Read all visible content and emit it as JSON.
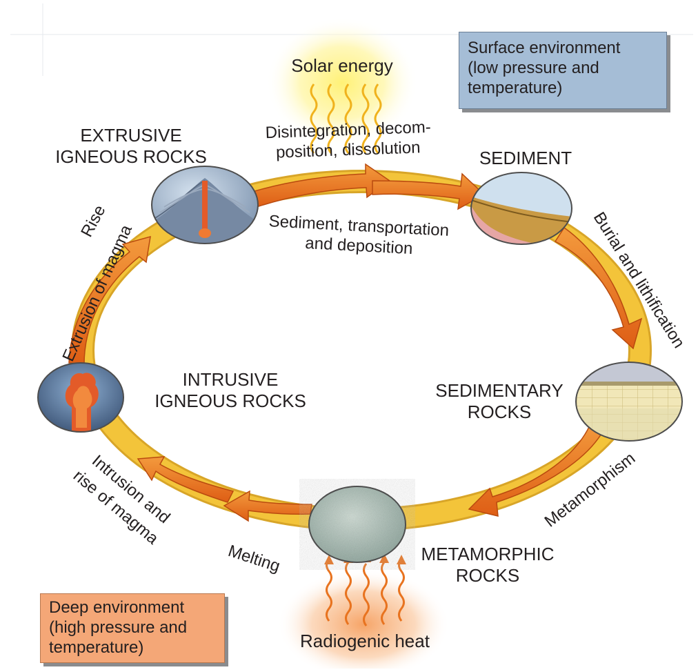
{
  "environments": {
    "surface": [
      "Surface environment",
      "(low pressure and",
      "temperature)"
    ],
    "deep": [
      "Deep environment",
      "(high pressure and",
      "temperature)"
    ]
  },
  "energy": {
    "solar": "Solar energy",
    "radiogenic": "Radiogenic heat"
  },
  "stages": {
    "extrusive": [
      "EXTRUSIVE",
      "IGNEOUS ROCKS"
    ],
    "sediment": [
      "SEDIMENT"
    ],
    "sedimentary": [
      "SEDIMENTARY",
      "ROCKS"
    ],
    "metamorphic": [
      "METAMORPHIC",
      "ROCKS"
    ],
    "intrusive": [
      "INTRUSIVE",
      "IGNEOUS ROCKS"
    ]
  },
  "processes": {
    "weathering": [
      "Disintegration, decom-",
      "position, dissolution"
    ],
    "transport": [
      "Sediment, transportation",
      "and deposition"
    ],
    "burial": "Burial and lithification",
    "metamorphism": "Metamorphism",
    "melting": "Melting",
    "intrusion": [
      "Intrusion and",
      "rise of magma"
    ],
    "extrusion": [
      "Rise",
      "Extrusion of magma"
    ]
  },
  "colors": {
    "ring": "#f3c43a",
    "arrow": "#e8731f",
    "surface_box": "#a5bdd6",
    "deep_box": "#f4a777",
    "solar_glow": "#fff176",
    "heat_glow": "#f7b27a"
  }
}
